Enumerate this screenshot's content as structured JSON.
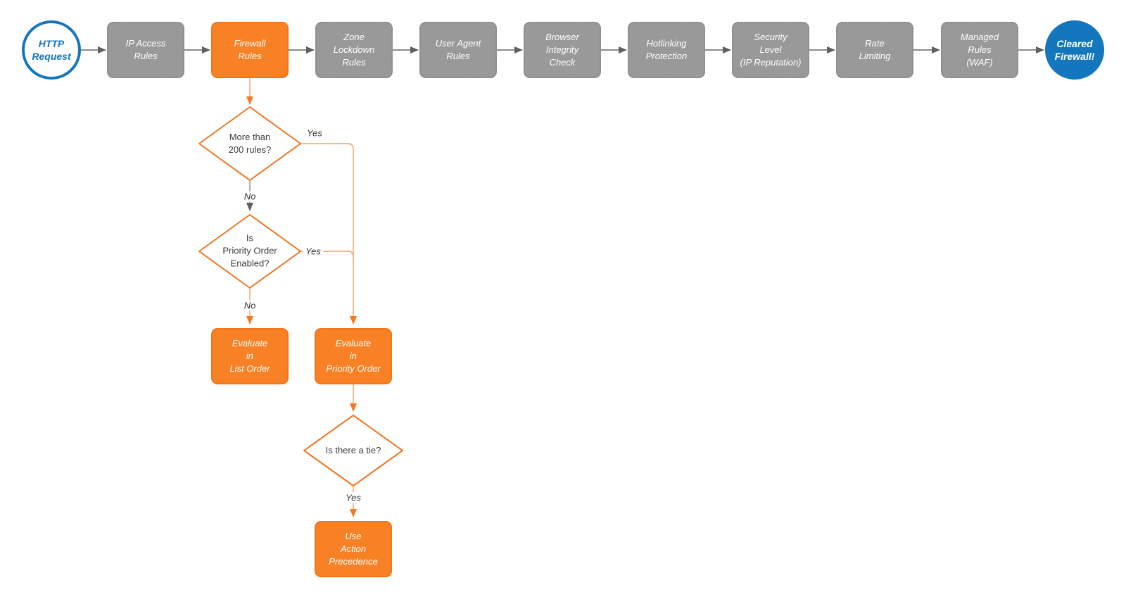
{
  "colors": {
    "accent_orange": "#F98125",
    "accent_blue": "#1477BE",
    "node_gray": "#999999"
  },
  "flow": {
    "start": {
      "label": "HTTP\nRequest"
    },
    "steps": [
      {
        "label": "IP Access\nRules"
      },
      {
        "label": "Firewall\nRules"
      },
      {
        "label": "Zone\nLockdown\nRules"
      },
      {
        "label": "User Agent\nRules"
      },
      {
        "label": "Browser\nIntegrity\nCheck"
      },
      {
        "label": "Hotlinking\nProtection"
      },
      {
        "label": "Security\nLevel\n(IP Reputation)"
      },
      {
        "label": "Rate\nLimiting"
      },
      {
        "label": "Managed\nRules\n(WAF)"
      }
    ],
    "end": {
      "label": "Cleared\nFirewall!"
    }
  },
  "branch": {
    "decision_rules": {
      "label": "More than\n200 rules?",
      "yes": "Yes",
      "no": "No"
    },
    "decision_priority": {
      "label": "Is\nPriority Order\nEnabled?",
      "yes": "Yes",
      "no": "No"
    },
    "decision_tie": {
      "label": "Is there a tie?",
      "yes": "Yes"
    },
    "evaluate_list": {
      "label": "Evaluate\nin\nList Order"
    },
    "evaluate_priority": {
      "label": "Evaluate\nin\nPriority Order"
    },
    "action_precedence": {
      "label": "Use\nAction\nPrecedence"
    }
  }
}
